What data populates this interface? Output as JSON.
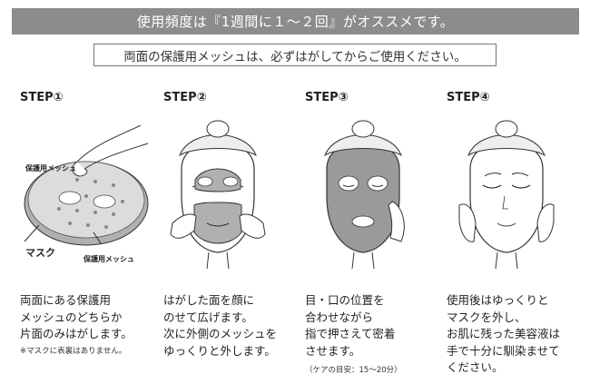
{
  "banner": "使用頻度は『1週間に１～２回』がオススメです。",
  "notice": "両面の保護用メッシュは、必ずはがしてからご使用ください。",
  "steps": [
    {
      "title": "STEP①",
      "lines": [
        "両面にある保護用",
        "メッシュのどちらか",
        "片面のみはがします。"
      ],
      "note": "※マスクに表裏はありません。",
      "labels": {
        "mesh_top": "保護用メッシュ",
        "mask": "マスク",
        "mesh_bottom": "保護用メッシュ"
      }
    },
    {
      "title": "STEP②",
      "lines": [
        "はがした面を顔に",
        "のせて広げます。",
        "次に外側のメッシュを",
        "ゆっくりと外します。"
      ]
    },
    {
      "title": "STEP③",
      "lines": [
        "目・口の位置を",
        "合わせながら",
        "指で押さえて密着",
        "させます。"
      ],
      "note": "（ケアの目安：15～20分）"
    },
    {
      "title": "STEP④",
      "lines": [
        "使用後はゆっくりと",
        "マスクを外し、",
        "お肌に残った美容液は",
        "手で十分に馴染ませて",
        "ください。"
      ]
    }
  ],
  "colors": {
    "banner_bg": "#8c8c8c",
    "mask_gray": "#b0b0b0",
    "mesh_gray": "#dcdcdc",
    "line": "#333333"
  }
}
